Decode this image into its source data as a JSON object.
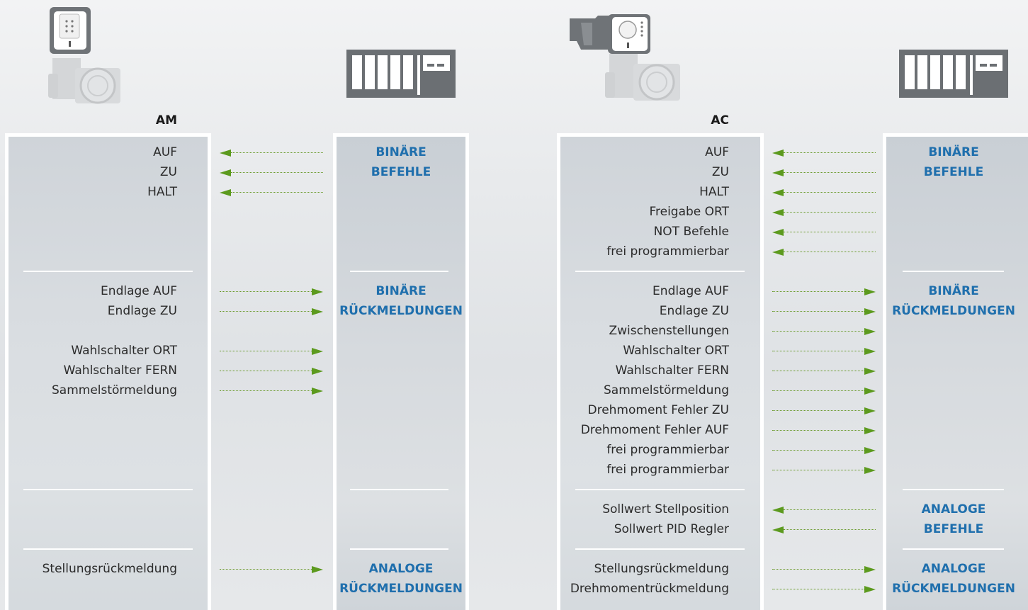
{
  "left": {
    "title": "AM",
    "commands": [
      "AUF",
      "ZU",
      "HALT"
    ],
    "feedback_group1": [
      "Endlage AUF",
      "Endlage ZU"
    ],
    "feedback_group2": [
      "Wahlschalter ORT",
      "Wahlschalter FERN",
      "Sammelstörmeldung"
    ],
    "analog_feedback": [
      "Stellungsrückmeldung"
    ],
    "labels": {
      "binary_commands_1": "BINÄRE",
      "binary_commands_2": "BEFEHLE",
      "binary_feedback_1": "BINÄRE",
      "binary_feedback_2": "RÜCKMELDUNGEN",
      "analog_feedback_1": "ANALOGE",
      "analog_feedback_2": "RÜCKMELDUNGEN"
    }
  },
  "right": {
    "title": "AC",
    "commands": [
      "AUF",
      "ZU",
      "HALT",
      "Freigabe ORT",
      "NOT Befehle",
      "frei programmierbar"
    ],
    "feedback": [
      "Endlage AUF",
      "Endlage ZU",
      "Zwischenstellungen",
      "Wahlschalter ORT",
      "Wahlschalter FERN",
      "Sammelstörmeldung",
      "Drehmoment Fehler ZU",
      "Drehmoment Fehler AUF",
      "frei programmierbar",
      "frei programmierbar"
    ],
    "analog_commands": [
      "Sollwert Stellposition",
      "Sollwert PID Regler"
    ],
    "analog_feedback": [
      "Stellungsrückmeldung",
      "Drehmomentrückmeldung"
    ],
    "labels": {
      "binary_commands_1": "BINÄRE",
      "binary_commands_2": "BEFEHLE",
      "binary_feedback_1": "BINÄRE",
      "binary_feedback_2": "RÜCKMELDUNGEN",
      "analog_commands_1": "ANALOGE",
      "analog_commands_2": "BEFEHLE",
      "analog_feedback_1": "ANALOGE",
      "analog_feedback_2": "RÜCKMELDUNGEN"
    }
  },
  "icons": [
    "actuator-am-icon",
    "control-system-icon",
    "actuator-ac-icon",
    "control-system-icon"
  ],
  "colors": {
    "arrow": "#5c9a1e",
    "accent_blue": "#1f6fad"
  }
}
